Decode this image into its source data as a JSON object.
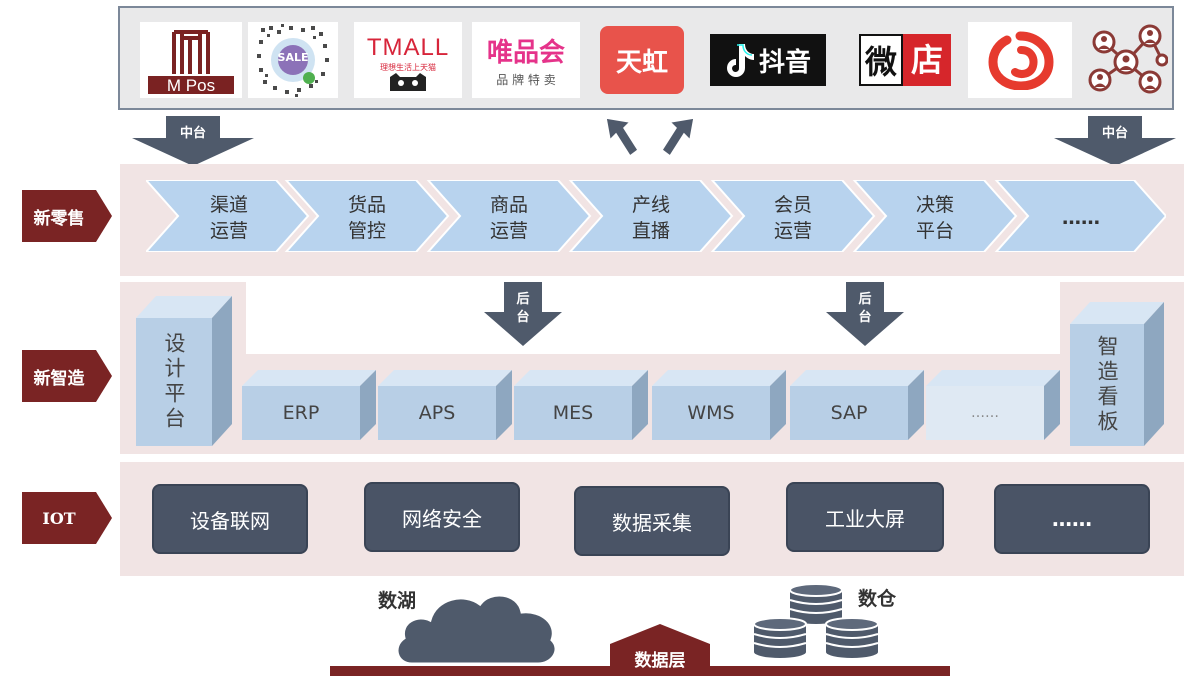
{
  "logos": {
    "mpos": "M Pos",
    "sale": "SALE",
    "tmall_main": "TMALL",
    "tmall_sub": "理想生活上天猫",
    "vip_main": "唯品会",
    "vip_sub": "品 牌 特 卖",
    "tianhong": "天虹",
    "douyin": "抖音",
    "weidian_1": "微",
    "weidian_2": "店"
  },
  "arrows": {
    "middle_left": "中台",
    "middle_right": "中台",
    "back_left_1": "后",
    "back_left_2": "台",
    "back_right_1": "后",
    "back_right_2": "台"
  },
  "rows": {
    "retail": "新零售",
    "manufacture": "新智造",
    "iot": "IOT"
  },
  "chevrons": [
    {
      "line1": "渠道",
      "line2": "运营"
    },
    {
      "line1": "货品",
      "line2": "管控"
    },
    {
      "line1": "商品",
      "line2": "运营"
    },
    {
      "line1": "产线",
      "line2": "直播"
    },
    {
      "line1": "会员",
      "line2": "运营"
    },
    {
      "line1": "决策",
      "line2": "平台"
    },
    {
      "line1": "……",
      "line2": ""
    }
  ],
  "systems": [
    "ERP",
    "APS",
    "MES",
    "WMS",
    "SAP",
    "……"
  ],
  "side_boxes": {
    "left": "设计平台",
    "right": "智造看板"
  },
  "iot_items": [
    "设备联网",
    "网络安全",
    "数据采集",
    "工业大屏",
    "……"
  ],
  "data_layer": {
    "lake": "数湖",
    "warehouse": "数仓",
    "layer": "数据层"
  },
  "colors": {
    "dark_red": "#7a2424",
    "band_pink": "#f1e4e4",
    "chevron_blue": "#b8d3ee",
    "iot_slate": "#4a5466",
    "arrow_slate": "#4f5a6b"
  }
}
